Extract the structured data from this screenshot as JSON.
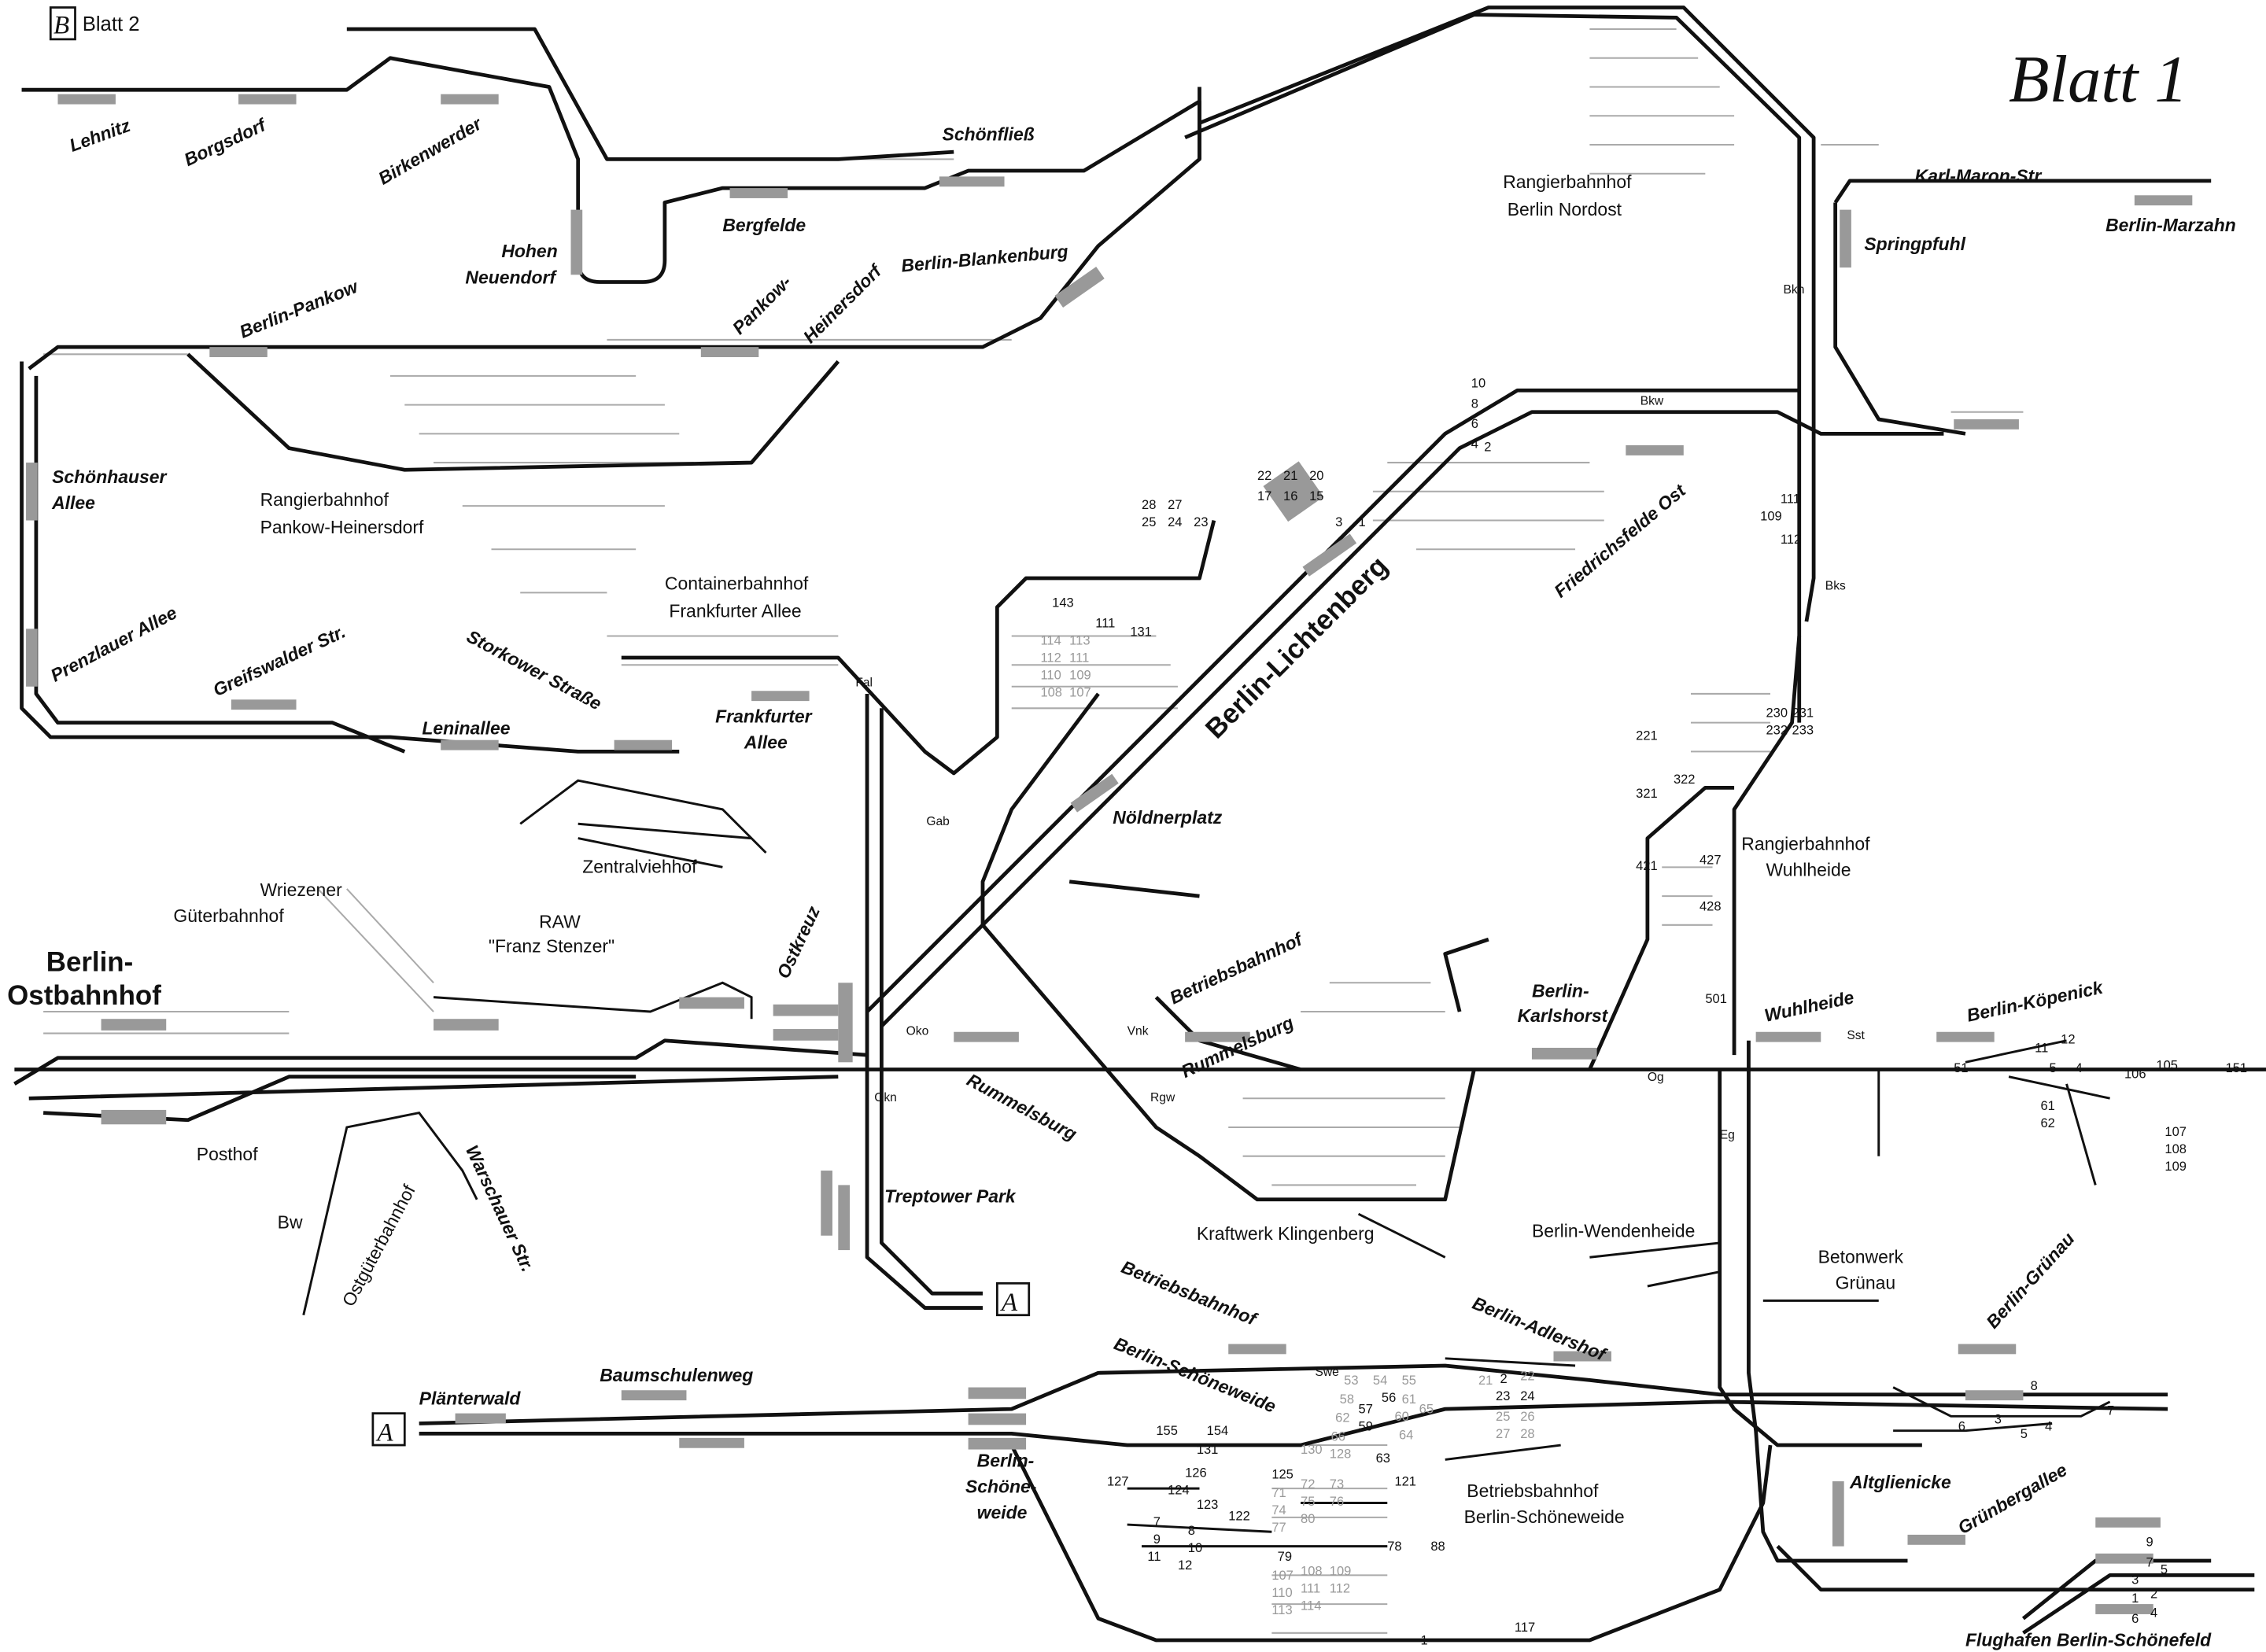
{
  "sheet": {
    "title": "Blatt 1",
    "link_prev": "Blatt 2",
    "link_prev_symbol": "B",
    "connector_symbol": "A"
  },
  "stations": {
    "lehnitz": "Lehnitz",
    "borgsdorf": "Borgsdorf",
    "birkenwerder": "Birkenwerder",
    "hohen1": "Hohen",
    "hohen2": "Neuendorf",
    "bergfelde": "Bergfelde",
    "schoenfliess": "Schönfließ",
    "blankenburg": "Berlin-Blankenburg",
    "pankowh1": "Pankow-",
    "pankowh2": "Heinersdorf",
    "pankow": "Berlin-Pankow",
    "schoenh1": "Schönhauser",
    "schoenh2": "Allee",
    "prenzlauer": "Prenzlauer Allee",
    "greifswalder": "Greifswalder Str.",
    "storkower": "Storkower Straße",
    "leninallee": "Leninallee",
    "frankf1": "Frankfurter",
    "frankf2": "Allee",
    "lichtenberg": "Berlin-Lichtenberg",
    "friedrichsfelde": "Friedrichsfelde Ost",
    "karlmaron": "Karl-Maron-Str.",
    "marzahn": "Berlin-Marzahn",
    "springpfuhl": "Springpfuhl",
    "noeldnerplatz": "Nöldnerplatz",
    "ostkreuz": "Ostkreuz",
    "bbrum1": "Betriebsbahnhof",
    "bbrum2": "Rummelsburg",
    "rummelsburg": "Rummelsburg",
    "karlsh1": "Berlin-",
    "karlsh2": "Karlshorst",
    "wuhlheide": "Wuhlheide",
    "koepenick": "Berlin-Köpenick",
    "warschauer": "Warschauer Str.",
    "treptower": "Treptower Park",
    "bbsw1": "Betriebsbahnhof",
    "bbsw2": "Berlin-Schöneweide",
    "adlershof": "Berlin-Adlershof",
    "gruenau": "Berlin-Grünau",
    "plaenterwald": "Plänterwald",
    "baumschulenweg": "Baumschulenweg",
    "sw1": "Berlin-",
    "sw2": "Schöne-",
    "sw3": "weide",
    "altglienicke": "Altglienicke",
    "gruenbergallee": "Grünbergallee",
    "schoenefeld": "Flughafen Berlin-Schönefeld"
  },
  "big_labels": {
    "ost1": "Berlin-",
    "ost2": "Ostbahnhof"
  },
  "facilities": {
    "nordost1": "Rangierbahnhof",
    "nordost2": "Berlin Nordost",
    "pankowrbf1": "Rangierbahnhof",
    "pankowrbf2": "Pankow-Heinersdorf",
    "container1": "Containerbahnhof",
    "container2": "Frankfurter Allee",
    "zentralviehhof": "Zentralviehhof",
    "wriezener1": "Wriezener",
    "wriezener2": "Güterbahnhof",
    "raw1": "RAW",
    "raw2": "\"Franz Stenzer\"",
    "posthof": "Posthof",
    "bw": "Bw",
    "ostgueter": "Ostgüterbahnhof",
    "klingenberg": "Kraftwerk Klingenberg",
    "wuhlrbf1": "Rangierbahnhof",
    "wuhlrbf2": "Wuhlheide",
    "wendenheide": "Berlin-Wendenheide",
    "beton1": "Betonwerk",
    "beton2": "Grünau",
    "bbswf1": "Betriebsbahnhof",
    "bbswf2": "Berlin-Schöneweide"
  },
  "abbreviations": {
    "bkn": "Bkn",
    "bkw": "Bkw",
    "bks": "Bks",
    "fal": "Fal",
    "gab": "Gab",
    "oko": "Oko",
    "okn": "Okn",
    "vnk": "Vnk",
    "rgw": "Rgw",
    "og": "Og",
    "eg": "Eg",
    "sst": "Sst",
    "swe": "Swe"
  },
  "track_numbers": {
    "lichtenberg": [
      "10",
      "8",
      "6",
      "4",
      "2",
      "28",
      "27",
      "25",
      "24",
      "23",
      "22",
      "21",
      "20",
      "17",
      "16",
      "15",
      "3",
      "1"
    ],
    "friedrichsfelde": [
      "109",
      "111",
      "112",
      "230",
      "231",
      "232",
      "233",
      "221",
      "321",
      "322",
      "421",
      "427",
      "428",
      "501"
    ],
    "bw_lichtenberg": [
      "143",
      "111",
      "131"
    ],
    "koepenick": [
      "12",
      "11",
      "51",
      "5",
      "4",
      "106",
      "105",
      "151",
      "61",
      "62",
      "107",
      "108",
      "109"
    ],
    "schoeneweide": [
      "154",
      "155",
      "131",
      "127",
      "126",
      "124",
      "123",
      "122",
      "125",
      "121",
      "57",
      "56",
      "59",
      "63",
      "7",
      "8",
      "9",
      "10",
      "11",
      "12",
      "79",
      "78",
      "88",
      "117",
      "1",
      "2",
      "23",
      "24"
    ],
    "gruenau": [
      "8",
      "3",
      "4",
      "5",
      "6",
      "7"
    ],
    "schoenefeld": [
      "9",
      "7",
      "5",
      "3",
      "1",
      "2",
      "4",
      "6"
    ],
    "yard_gray": [
      "114",
      "113",
      "112",
      "111",
      "110",
      "109",
      "108",
      "107",
      "53",
      "54",
      "55",
      "58",
      "60",
      "61",
      "62",
      "64",
      "65",
      "66",
      "21",
      "22",
      "25",
      "26",
      "27",
      "28",
      "130",
      "128",
      "71",
      "72",
      "73",
      "74",
      "75",
      "76",
      "77",
      "80",
      "107",
      "108",
      "109",
      "110",
      "111",
      "112",
      "113",
      "114"
    ]
  }
}
